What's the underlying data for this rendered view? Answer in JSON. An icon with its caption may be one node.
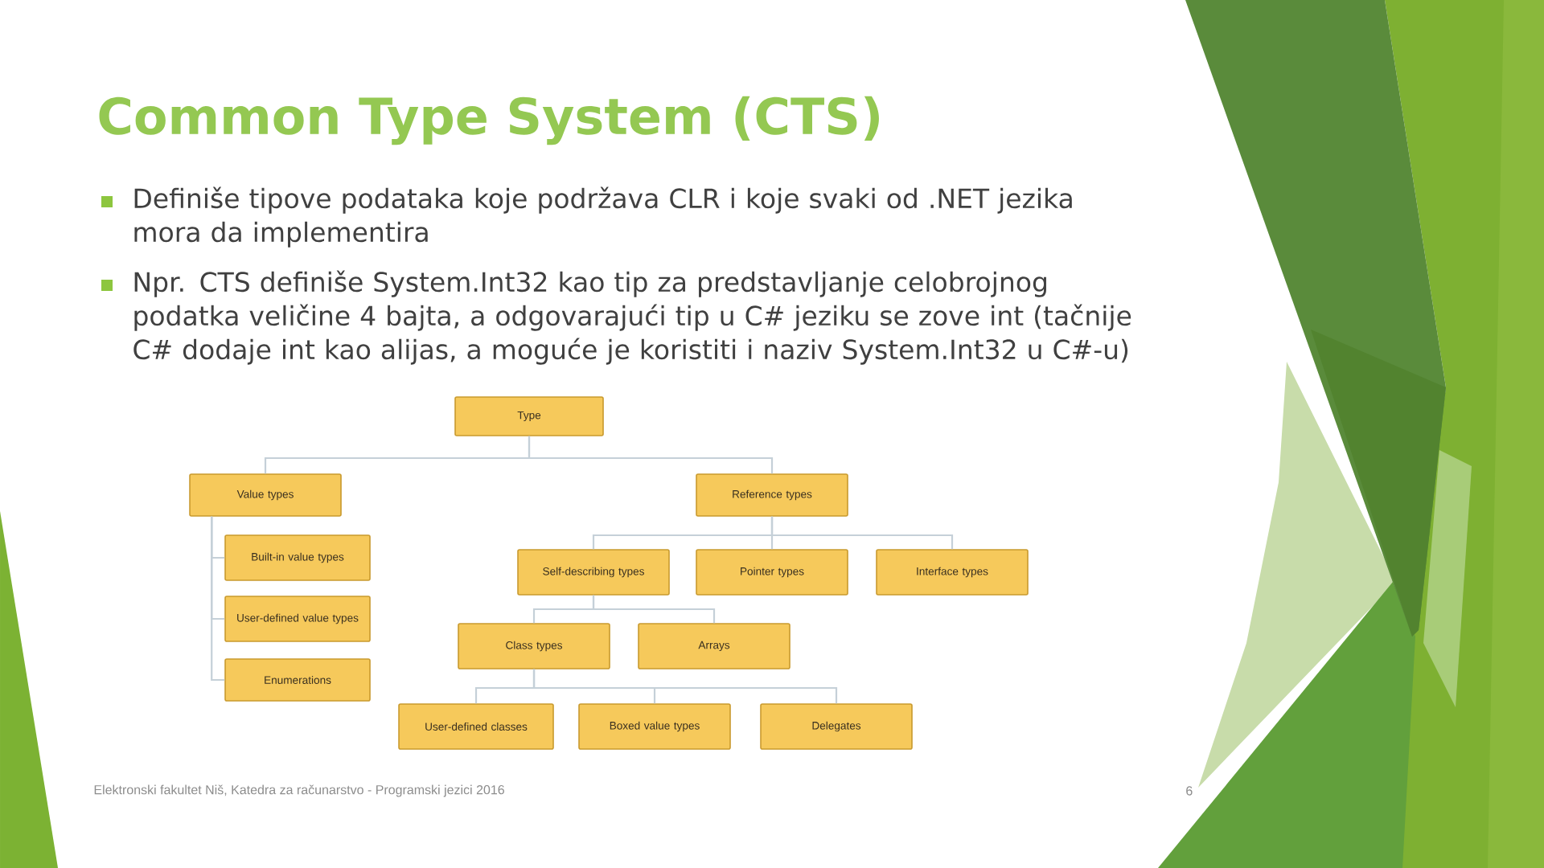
{
  "diagram": {
    "title": "Common Type System (CTS)",
    "nodes": [
      {
        "text": [
          "Type"
        ]
      },
      {
        "text": [
          "Value types"
        ]
      },
      {
        "text": [
          "Reference types"
        ]
      },
      {
        "text": [
          "Built-in value types"
        ]
      },
      {
        "text": [
          "User-defined value types"
        ]
      },
      {
        "text": [
          "Enumerations"
        ]
      },
      {
        "text": [
          "Self-describing types"
        ]
      },
      {
        "text": [
          "Pointer types"
        ]
      },
      {
        "text": [
          "Interface types"
        ]
      },
      {
        "text": [
          "Class types"
        ]
      },
      {
        "text": [
          "Arrays"
        ]
      },
      {
        "text": [
          "User-defined classes"
        ]
      },
      {
        "text": [
          "Boxed value types"
        ]
      },
      {
        "text": [
          "Delegates"
        ]
      }
    ],
    "edges": [
      {
        "from": 0,
        "to": 1,
        "arrow": "none"
      },
      {
        "from": 0,
        "to": 2,
        "arrow": "none"
      },
      {
        "from": 1,
        "to": 3,
        "arrow": "none"
      },
      {
        "from": 1,
        "to": 4,
        "arrow": "none"
      },
      {
        "from": 1,
        "to": 5,
        "arrow": "none"
      },
      {
        "from": 2,
        "to": 6,
        "arrow": "none"
      },
      {
        "from": 2,
        "to": 7,
        "arrow": "none"
      },
      {
        "from": 2,
        "to": 8,
        "arrow": "none"
      },
      {
        "from": 6,
        "to": 9,
        "arrow": "none"
      },
      {
        "from": 6,
        "to": 10,
        "arrow": "none"
      },
      {
        "from": 9,
        "to": 11,
        "arrow": "none"
      },
      {
        "from": 9,
        "to": 12,
        "arrow": "none"
      },
      {
        "from": 9,
        "to": 13,
        "arrow": "none"
      }
    ],
    "labels": [
      "Definiše tipove podataka koje podržava CLR i koje svaki od .NET jezika mora da implementira",
      "Npr. CTS definiše System.Int32 kao tip za predstavljanje celobrojnog podatka veličine 4 bajta, a odgovarajući tip u C# jeziku se zove int (tačnije C# dodaje int kao alijas, a moguće je koristiti i naziv System.Int32 u C#-u)",
      "Elektronski fakultet Niš, Katedra za računarstvo - Programski jezici 2016",
      "6"
    ]
  }
}
